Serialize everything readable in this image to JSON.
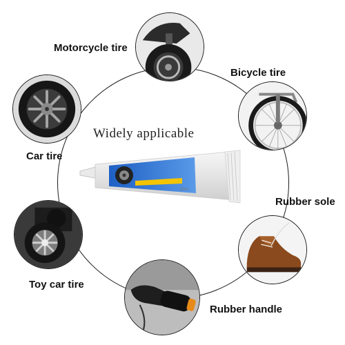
{
  "headline": "Widely applicable",
  "tube_volume": "30ml",
  "colors": {
    "ring": "#1a1a1a",
    "tube_blue": "#2a6fd0",
    "tube_yellow": "#f4c400",
    "label": "#111111"
  },
  "applications": [
    {
      "label": "Motorcycle tire",
      "icon": "motorcycle-wheel-icon"
    },
    {
      "label": "Bicycle tire",
      "icon": "bicycle-wheel-icon"
    },
    {
      "label": "Car tire",
      "icon": "car-wheel-icon"
    },
    {
      "label": "Rubber sole",
      "icon": "leather-shoe-icon"
    },
    {
      "label": "Toy car tire",
      "icon": "toy-wheel-icon"
    },
    {
      "label": "Rubber handle",
      "icon": "handlebar-grip-icon"
    }
  ]
}
